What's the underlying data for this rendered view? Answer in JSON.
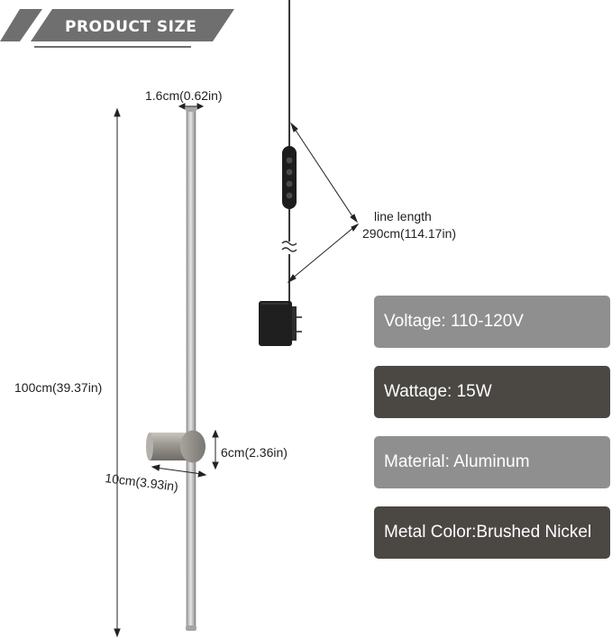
{
  "header": {
    "title": "PRODUCT SIZE",
    "color": "#6f6f6f"
  },
  "dimensions": {
    "diameter": "1.6cm(0.62in)",
    "height": "100cm(39.37in)",
    "cylinder_height": "6cm(2.36in)",
    "cylinder_depth": "10cm(3.93in)",
    "line_length_label": "line length",
    "line_length_value": "290cm(114.17in)"
  },
  "specs": [
    {
      "label": "Voltage: 110-120V",
      "bg": "#8f8f8f"
    },
    {
      "label": "Wattage: 15W",
      "bg": "#4b4844"
    },
    {
      "label": "Material: Aluminum",
      "bg": "#8f8f8f"
    },
    {
      "label": "Metal Color:Brushed Nickel",
      "bg": "#4b4844"
    }
  ],
  "icons": {
    "lamp": "wall-lamp-bar-icon",
    "adapter": "power-adapter-icon",
    "controller": "inline-controller-icon"
  }
}
